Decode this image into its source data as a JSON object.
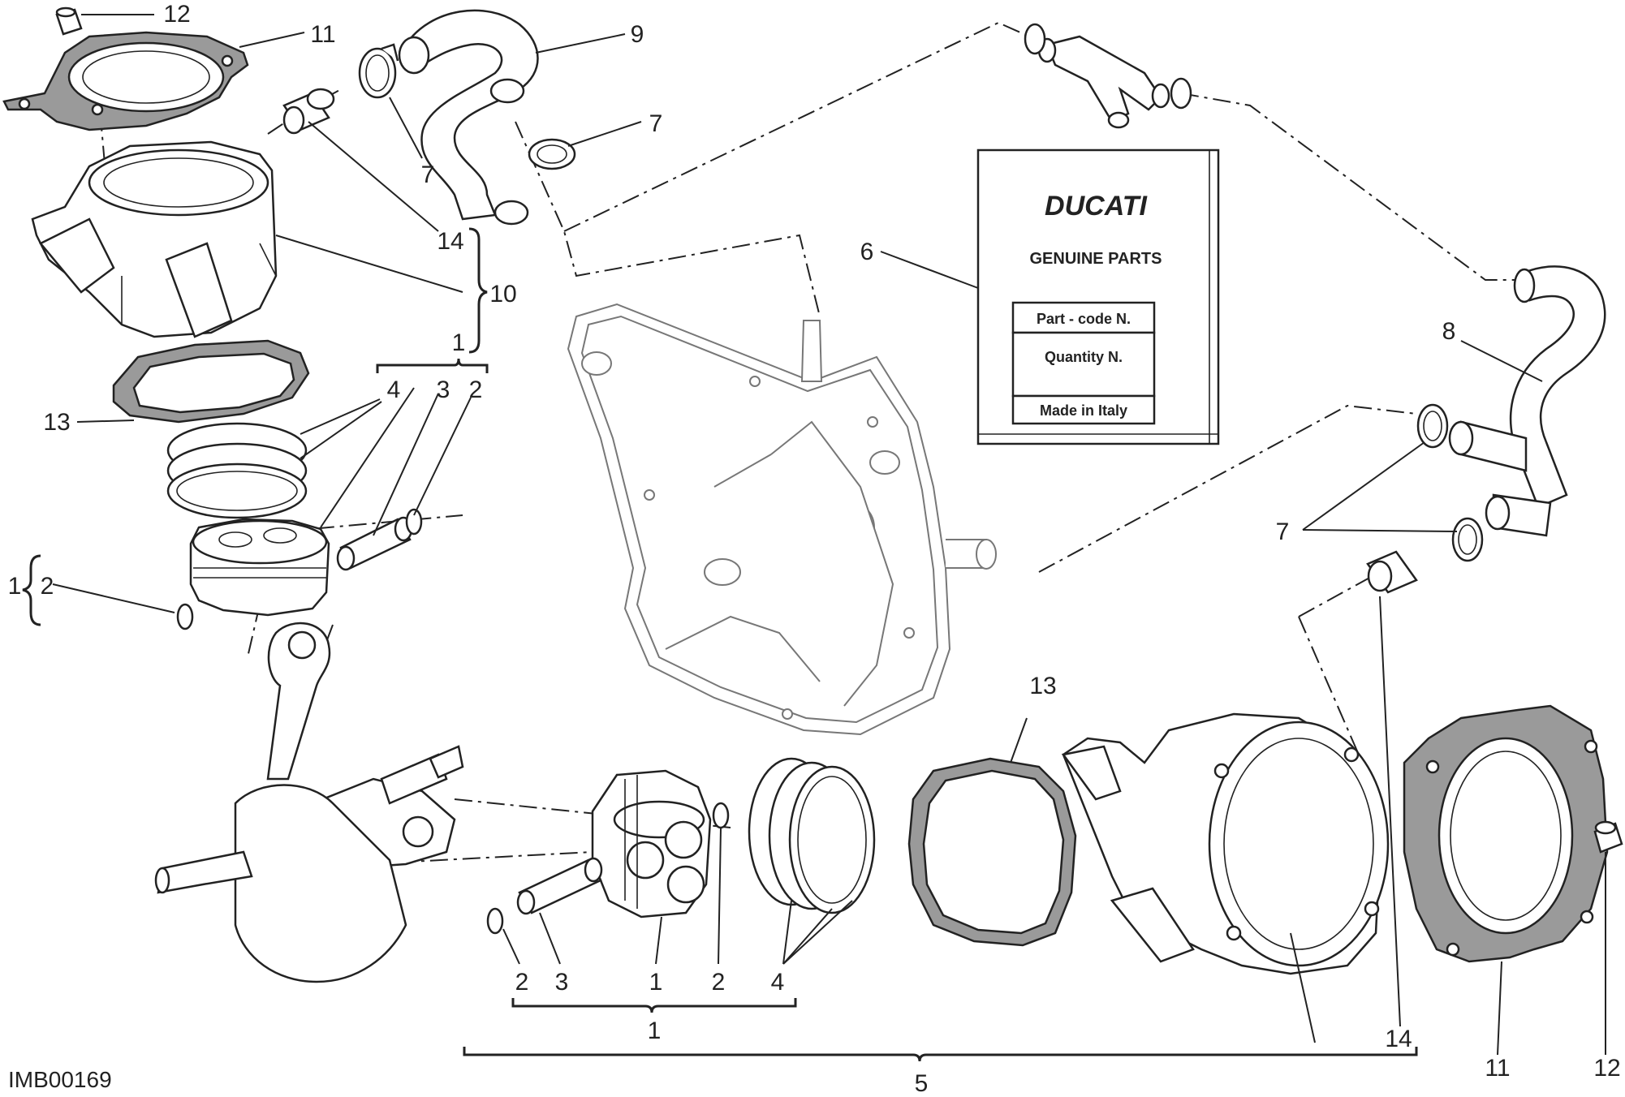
{
  "diagram": {
    "image_code": "IMB00169",
    "brand_label": {
      "brand": "DUCATI",
      "subtitle": "GENUINE PARTS",
      "fields": [
        "Part - code N.",
        "Quantity N.",
        "Made in Italy"
      ]
    },
    "callouts": {
      "top_left": {
        "c12": "12",
        "c11": "11",
        "c9": "9",
        "c7a": "7",
        "c7b": "7",
        "c14": "14",
        "c10": "10",
        "c1": "1",
        "c13": "13",
        "c4": "4",
        "c3": "3",
        "c2a": "2",
        "c1b": "1",
        "c2b": "2"
      },
      "center": {
        "c6": "6"
      },
      "right": {
        "c8": "8",
        "c7": "7"
      },
      "bottom": {
        "c13": "13",
        "c2a": "2",
        "c3": "3",
        "c1p": "1",
        "c2b": "2",
        "c4": "4",
        "c1": "1",
        "c14": "14",
        "c5": "5",
        "c11": "11",
        "c12": "12"
      }
    }
  }
}
